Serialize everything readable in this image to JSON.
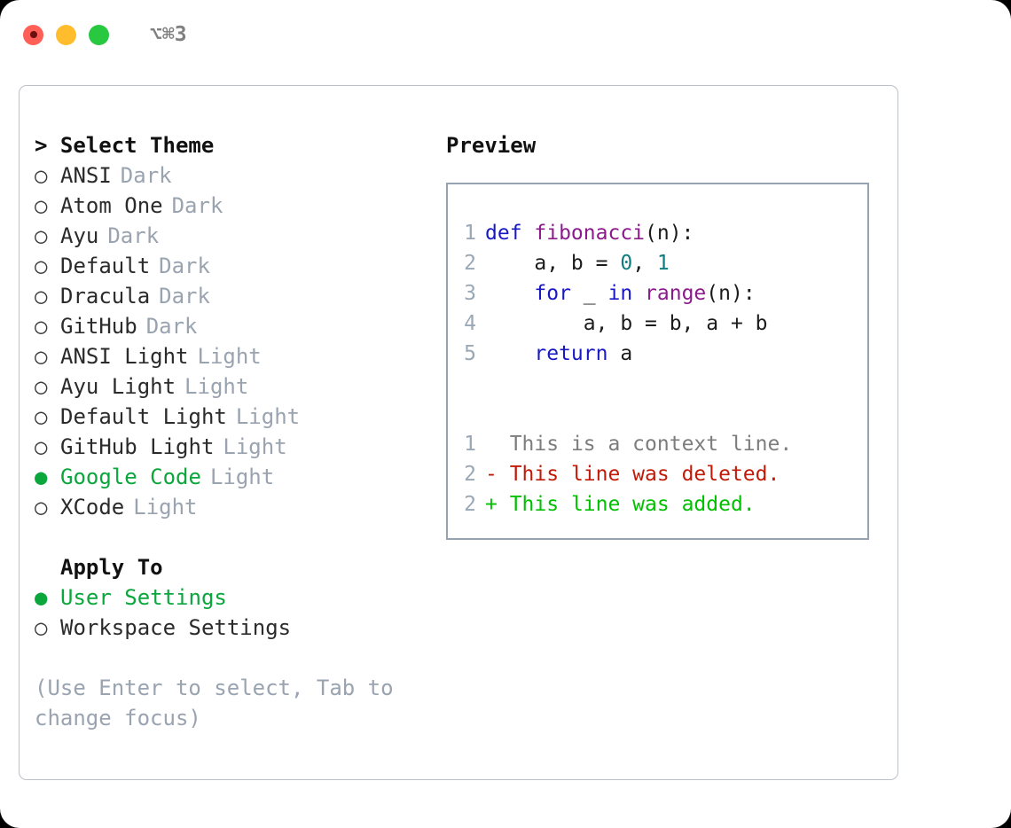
{
  "window": {
    "shortcut_label": "⌥⌘3",
    "traffic_lights": [
      {
        "name": "close",
        "color": "#ff5f57"
      },
      {
        "name": "minimize",
        "color": "#ffbd2e"
      },
      {
        "name": "zoom",
        "color": "#28c840"
      }
    ]
  },
  "theme_picker": {
    "heading": "> Select Theme",
    "options": [
      {
        "bullet": "○",
        "label": "ANSI",
        "tag": "Dark",
        "selected": false
      },
      {
        "bullet": "○",
        "label": "Atom One",
        "tag": "Dark",
        "selected": false
      },
      {
        "bullet": "○",
        "label": "Ayu",
        "tag": "Dark",
        "selected": false
      },
      {
        "bullet": "○",
        "label": "Default",
        "tag": "Dark",
        "selected": false
      },
      {
        "bullet": "○",
        "label": "Dracula",
        "tag": "Dark",
        "selected": false
      },
      {
        "bullet": "○",
        "label": "GitHub",
        "tag": "Dark",
        "selected": false
      },
      {
        "bullet": "○",
        "label": "ANSI Light",
        "tag": "Light",
        "selected": false
      },
      {
        "bullet": "○",
        "label": "Ayu Light",
        "tag": "Light",
        "selected": false
      },
      {
        "bullet": "○",
        "label": "Default Light",
        "tag": "Light",
        "selected": false
      },
      {
        "bullet": "○",
        "label": "GitHub Light",
        "tag": "Light",
        "selected": false
      },
      {
        "bullet": "●",
        "label": "Google Code",
        "tag": "Light",
        "selected": true
      },
      {
        "bullet": "○",
        "label": "XCode",
        "tag": "Light",
        "selected": false
      }
    ]
  },
  "apply_to": {
    "heading": "Apply To",
    "options": [
      {
        "bullet": "●",
        "label": "User Settings",
        "selected": true
      },
      {
        "bullet": "○",
        "label": "Workspace Settings",
        "selected": false
      }
    ]
  },
  "hint": "(Use Enter to select, Tab to change focus)",
  "preview": {
    "heading": "Preview",
    "code_lines": [
      {
        "number": "1",
        "tokens": [
          {
            "text": "def ",
            "kind": "kw"
          },
          {
            "text": "fibonacci",
            "kind": "fn"
          },
          {
            "text": "(n):",
            "kind": "pl"
          }
        ]
      },
      {
        "number": "2",
        "tokens": [
          {
            "text": "    a, b = ",
            "kind": "pl"
          },
          {
            "text": "0",
            "kind": "num"
          },
          {
            "text": ", ",
            "kind": "pl"
          },
          {
            "text": "1",
            "kind": "num"
          }
        ]
      },
      {
        "number": "3",
        "tokens": [
          {
            "text": "    ",
            "kind": "pl"
          },
          {
            "text": "for",
            "kind": "kw"
          },
          {
            "text": " _ ",
            "kind": "pl"
          },
          {
            "text": "in",
            "kind": "kw"
          },
          {
            "text": " ",
            "kind": "pl"
          },
          {
            "text": "range",
            "kind": "fn"
          },
          {
            "text": "(n):",
            "kind": "pl"
          }
        ]
      },
      {
        "number": "4",
        "tokens": [
          {
            "text": "        a, b = b, a + b",
            "kind": "pl"
          }
        ]
      },
      {
        "number": "5",
        "tokens": [
          {
            "text": "    ",
            "kind": "pl"
          },
          {
            "text": "return",
            "kind": "kw"
          },
          {
            "text": " a",
            "kind": "pl"
          }
        ]
      }
    ],
    "diff_lines": [
      {
        "number": "1",
        "marker": " ",
        "text": " This is a context line.",
        "kind": "ctx"
      },
      {
        "number": "2",
        "marker": "-",
        "text": " This line was deleted.",
        "kind": "del"
      },
      {
        "number": "2",
        "marker": "+",
        "text": " This line was added.",
        "kind": "add"
      }
    ]
  },
  "colors": {
    "accent_green": "#0ba63c",
    "muted": "#9aa3b0",
    "keyword": "#1919c4",
    "function": "#8b1a8b",
    "number": "#0f7d7d",
    "diff_deleted": "#c21a09",
    "diff_added": "#00c000",
    "diff_context": "#7d7d7d",
    "panel_border": "#bcc0c7",
    "preview_border": "#96a3b2"
  }
}
